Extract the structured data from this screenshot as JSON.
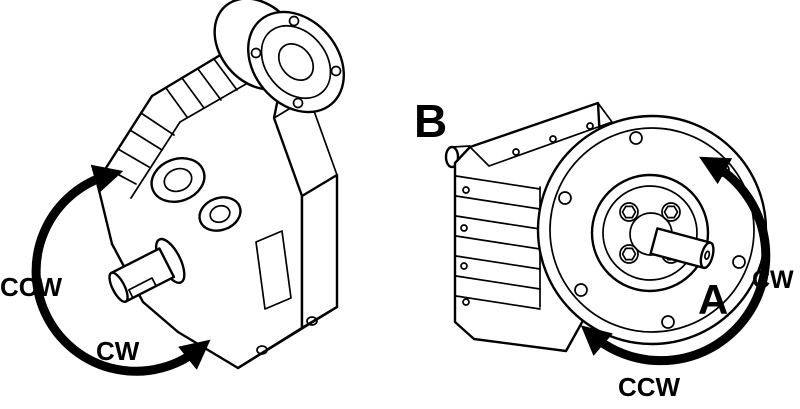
{
  "diagram": {
    "background_color": "#ffffff",
    "line_color": "#000000",
    "left_unit": {
      "illustration": "parallel-shaft-gearmotor",
      "ccw_label": "CCW",
      "cw_label": "CW"
    },
    "right_unit": {
      "illustration": "flange-mounted-gearmotor",
      "side_b_label": "B",
      "side_a_label": "A",
      "cw_label": "CW",
      "ccw_label": "CCW"
    }
  }
}
